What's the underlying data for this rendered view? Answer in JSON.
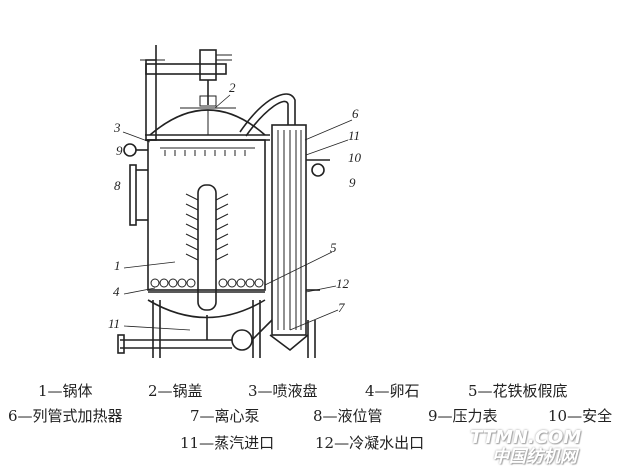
{
  "labels": {
    "l1": "1",
    "l2": "2",
    "l3": "3",
    "l4": "4",
    "l5": "5",
    "l6": "6",
    "l7": "7",
    "l8": "8",
    "l9a": "9",
    "l9b": "9",
    "l10": "10",
    "l11a": "11",
    "l11b": "11",
    "l12": "12"
  },
  "caption": {
    "row1": [
      "1—锅体",
      "2—锅盖",
      "3—喷液盘",
      "4—卵石",
      "5—花铁板假底"
    ],
    "row2": [
      "6—列管式加热器",
      "7—离心泵",
      "8—液位管",
      "9—压力表",
      "10—安全"
    ],
    "row3": [
      "11—蒸汽进口",
      "12—冷凝水出口"
    ]
  },
  "watermark": {
    "line1": "TTMN.COM",
    "line2": "中国纺机网"
  }
}
